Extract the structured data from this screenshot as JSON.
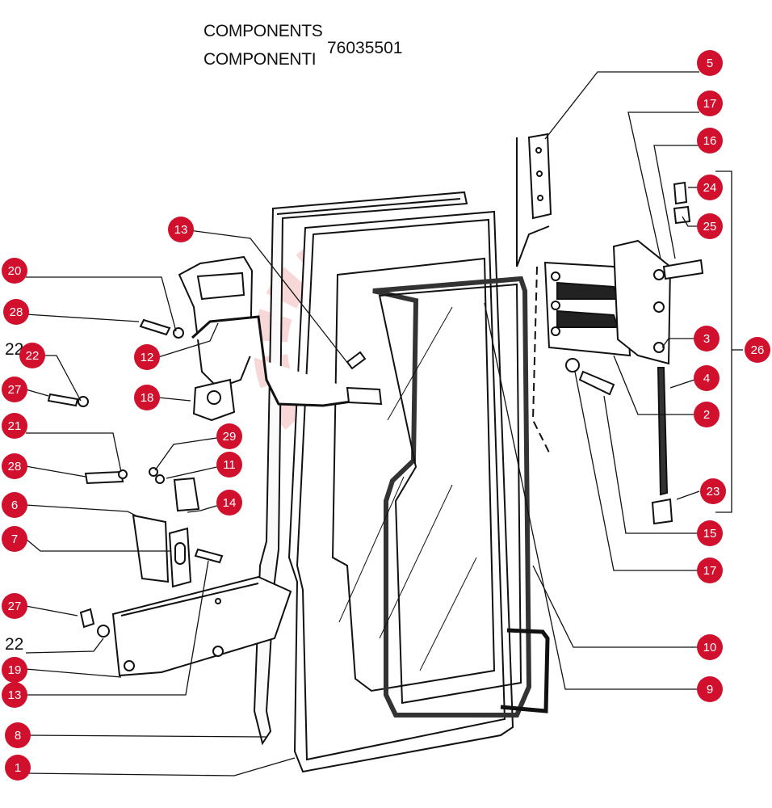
{
  "header": {
    "line1": "COMPONENTS",
    "line2": "COMPONENTI",
    "part_code": "76035501"
  },
  "watermark": {
    "text": "МНТЕХ"
  },
  "plain_labels": [
    "22",
    "22"
  ],
  "colors": {
    "callout": "#d0102c",
    "leader": "#111111",
    "watermark": "#f0b7b7"
  },
  "callouts": [
    {
      "label": "5"
    },
    {
      "label": "17"
    },
    {
      "label": "16"
    },
    {
      "label": "24"
    },
    {
      "label": "25"
    },
    {
      "label": "3"
    },
    {
      "label": "26"
    },
    {
      "label": "4"
    },
    {
      "label": "2"
    },
    {
      "label": "23"
    },
    {
      "label": "15"
    },
    {
      "label": "17"
    },
    {
      "label": "10"
    },
    {
      "label": "9"
    },
    {
      "label": "13"
    },
    {
      "label": "20"
    },
    {
      "label": "28"
    },
    {
      "label": "22"
    },
    {
      "label": "12"
    },
    {
      "label": "27"
    },
    {
      "label": "18"
    },
    {
      "label": "21"
    },
    {
      "label": "29"
    },
    {
      "label": "28"
    },
    {
      "label": "11"
    },
    {
      "label": "6"
    },
    {
      "label": "14"
    },
    {
      "label": "7"
    },
    {
      "label": "27"
    },
    {
      "label": "19"
    },
    {
      "label": "13"
    },
    {
      "label": "8"
    },
    {
      "label": "1"
    }
  ]
}
